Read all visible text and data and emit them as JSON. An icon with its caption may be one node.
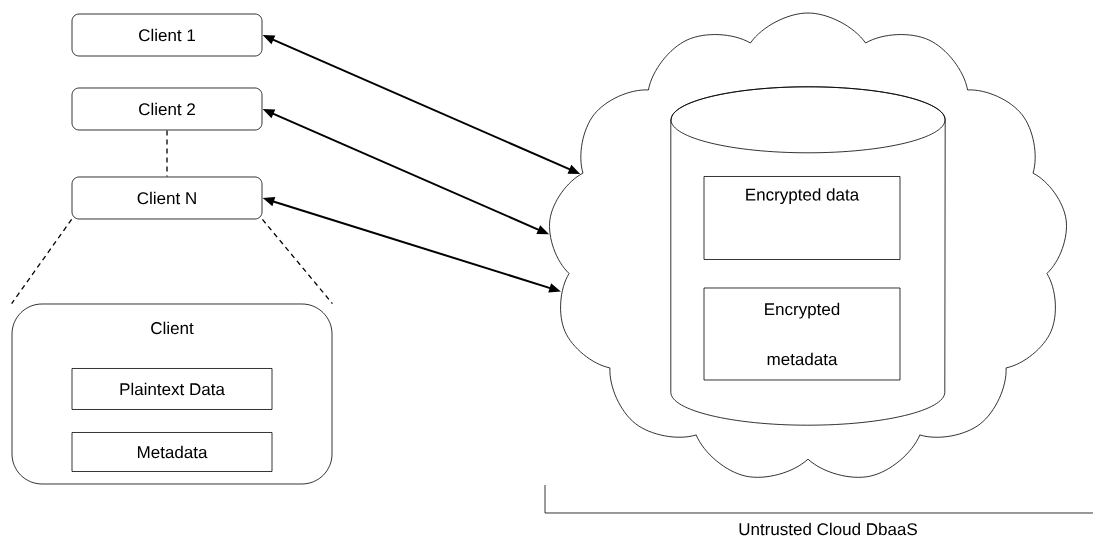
{
  "diagram": {
    "nodes": [
      {
        "text": [
          "Client  1"
        ]
      },
      {
        "text": [
          "Client  2"
        ]
      },
      {
        "text": [
          "Client  N"
        ]
      },
      {
        "text": [
          "Client"
        ]
      },
      {
        "text": [
          "Plaintext Data"
        ],
        "in": 3
      },
      {
        "text": [
          "Metadata"
        ],
        "in": 3
      },
      {
        "text": [],
        "shape": "cloud"
      },
      {
        "text": [],
        "shape": "cylinder",
        "in": 6
      },
      {
        "text": [
          "Encrypted  data"
        ],
        "in": 7
      },
      {
        "text": [
          "Encrypted metadata"
        ],
        "in": 7
      }
    ],
    "edges": [
      {
        "from": 0,
        "to": 6,
        "arrow": "both"
      },
      {
        "from": 1,
        "to": 6,
        "arrow": "both"
      },
      {
        "from": 2,
        "to": 6,
        "arrow": "both"
      },
      {
        "from": 1,
        "to": 2,
        "arrow": "none",
        "style": "dashed"
      },
      {
        "from": 2,
        "to": 3,
        "arrow": "none",
        "style": "dashed"
      },
      {
        "from": 2,
        "to": 3,
        "arrow": "none",
        "style": "dashed"
      }
    ],
    "labels": [
      "Untrusted Cloud DbaaS"
    ]
  }
}
